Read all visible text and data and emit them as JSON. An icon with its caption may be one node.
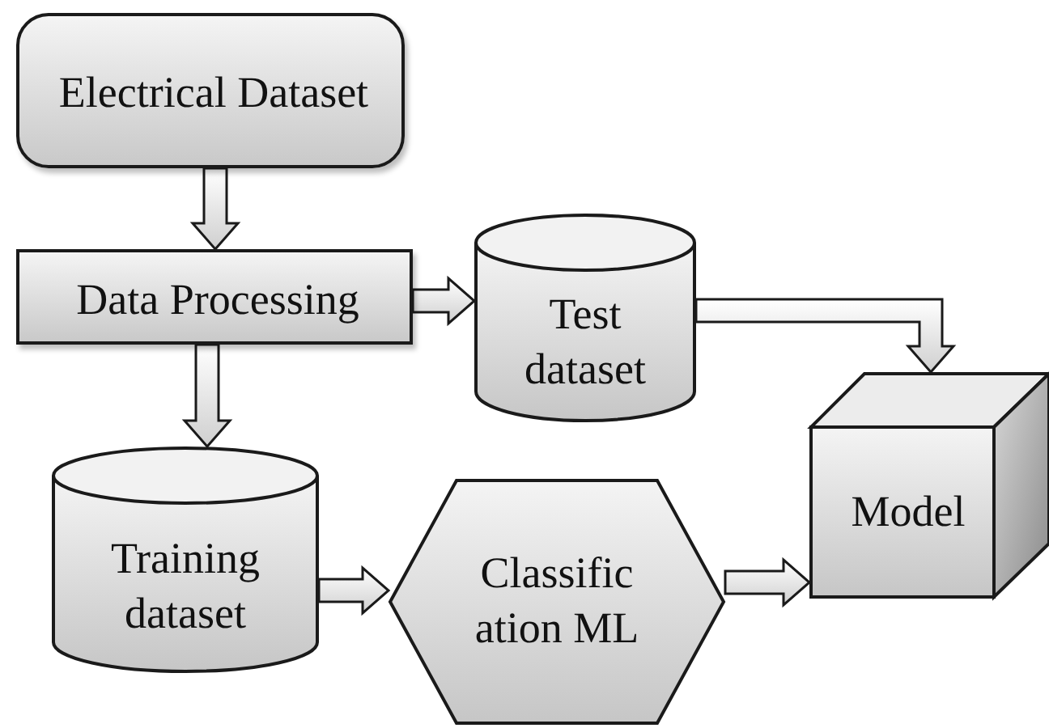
{
  "diagram": {
    "nodes": [
      {
        "text": [
          "Electrical Dataset"
        ]
      },
      {
        "text": [
          "Data Processing"
        ]
      },
      {
        "text": [
          "Test dataset"
        ]
      },
      {
        "text": [
          "Training dataset"
        ]
      },
      {
        "text": [
          "Classific ation ML"
        ]
      },
      {
        "text": [
          "Model"
        ]
      }
    ],
    "edges": [
      {
        "from": 0,
        "to": 1,
        "arrow": "to"
      },
      {
        "from": 1,
        "to": 2,
        "arrow": "to"
      },
      {
        "from": 1,
        "to": 3,
        "arrow": "to"
      },
      {
        "from": 2,
        "to": 5,
        "arrow": "to"
      },
      {
        "from": 3,
        "to": 4,
        "arrow": "to"
      },
      {
        "from": 4,
        "to": 5,
        "arrow": "to"
      }
    ]
  }
}
